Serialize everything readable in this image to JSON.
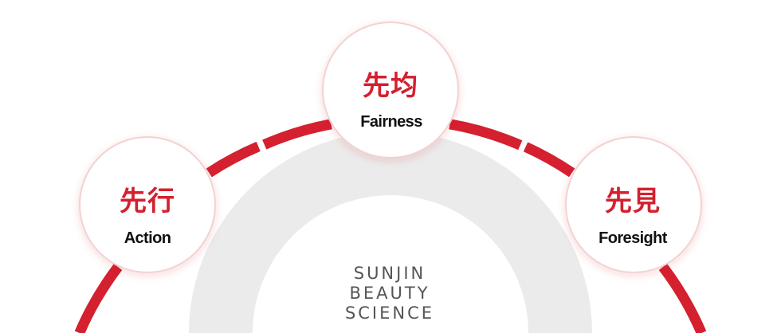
{
  "colors": {
    "accent": "#d4202f",
    "inner_arc": "#ebebeb",
    "circle_fill": "#ffffff",
    "circle_border": "#f2d2d2",
    "english_text": "#111111",
    "logo_text": "#555555"
  },
  "nodes": [
    {
      "id": "action",
      "hanja": "先行",
      "english": "Action"
    },
    {
      "id": "fairness",
      "hanja": "先均",
      "english": "Fairness"
    },
    {
      "id": "foresight",
      "hanja": "先見",
      "english": "Foresight"
    }
  ],
  "logo": {
    "lines": [
      "SUNJIN",
      "BEAUTY",
      "SCIENCE"
    ]
  }
}
